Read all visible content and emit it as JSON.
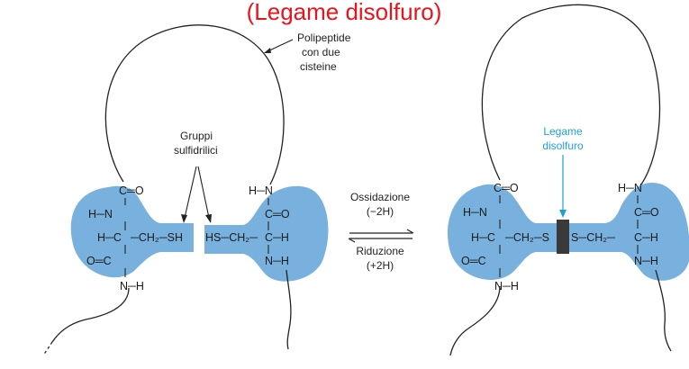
{
  "title_fragment": "(Legame disolfuro)",
  "labels": {
    "polypeptide_line1": "Polipeptide",
    "polypeptide_line2": "con due",
    "polypeptide_line3": "cisteine",
    "sulfhydryl_line1": "Gruppi",
    "sulfhydryl_line2": "sulfidrilici",
    "disulfide_line1": "Legame",
    "disulfide_line2": "disolfuro",
    "oxidation": "Ossidazione",
    "oxidation_sub": "(−2H)",
    "reduction": "Riduzione",
    "reduction_sub": "(+2H)"
  },
  "chem": {
    "c_eq_o": "C═O",
    "o_eq_c": "O═C",
    "h_n": "H─N",
    "n_h": "N─H",
    "h_n_plain": "H─N",
    "h_c": "H─C",
    "c_h": "C─H",
    "ch2_sh": "─CH₂─SH",
    "hs_ch2": "HS─CH₂─",
    "ch2_s": "─CH₂─S",
    "s_ch2": "S─CH₂─",
    "c": "C",
    "n": "N",
    "h": "H",
    "nh_bottom": "N─H"
  },
  "colors": {
    "blob": "#78b1dd",
    "accent_red": "#e8141c",
    "cyan_label": "#20a0d8",
    "bond_dark": "#3a3a3a"
  }
}
